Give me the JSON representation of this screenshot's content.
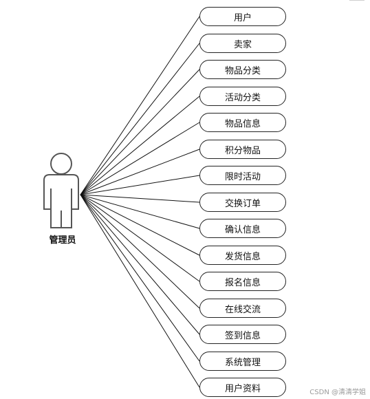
{
  "actor": {
    "label": "管理员",
    "icon": "actor-stick-figure-icon"
  },
  "use_cases": [
    "用户",
    "卖家",
    "物品分类",
    "活动分类",
    "物品信息",
    "积分物品",
    "限时活动",
    "交换订单",
    "确认信息",
    "发货信息",
    "报名信息",
    "在线交流",
    "签到信息",
    "系统管理",
    "用户资料"
  ],
  "watermark": "CSDN @清清学姐"
}
